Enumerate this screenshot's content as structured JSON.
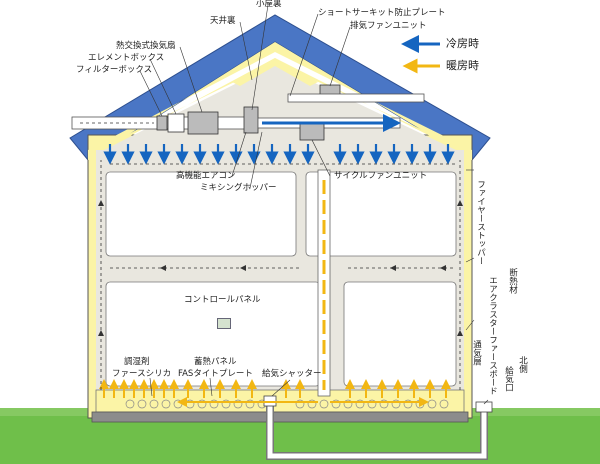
{
  "colors": {
    "cooling": "#1565c0",
    "heating": "#f2b713",
    "roof": "#4a76c5",
    "insulation": "#fbf4a6",
    "interior": "#e9e7df",
    "room": "#ffffff",
    "ground": "#6fbf4a"
  },
  "legend": {
    "cooling_label": "冷房時",
    "heating_label": "暖房時"
  },
  "labels": {
    "attic": "小屋裏",
    "ceiling_space": "天井裏",
    "short_circuit_plate": "ショートサーキット防止プレート",
    "exhaust_fan_unit": "排気ファンユニット",
    "heat_exchange_fan": "熱交換式換気扇",
    "element_box": "エレメントボックス",
    "filter_box": "フィルターボックス",
    "high_perf_aircon": "高機能エアコン",
    "mixing_hopper": "ミキシングホッパー",
    "cycle_fan_unit": "サイクルファンユニット",
    "fire_stopper": "ファイヤーストッパー",
    "insulation": "断熱材",
    "air_cluster_board": "エアクラスターファースボード",
    "vent_layer": "通気層",
    "control_panel": "コントロールパネル",
    "humidity_agent": "調湿剤",
    "first_silica": "ファースシリカ",
    "heat_storage_panel": "蓄熱パネル",
    "fas_tight_plate": "FASタイトプレート",
    "supply_shutter": "給気シャッター",
    "north_side": "北側",
    "supply_inlet": "給気口"
  }
}
